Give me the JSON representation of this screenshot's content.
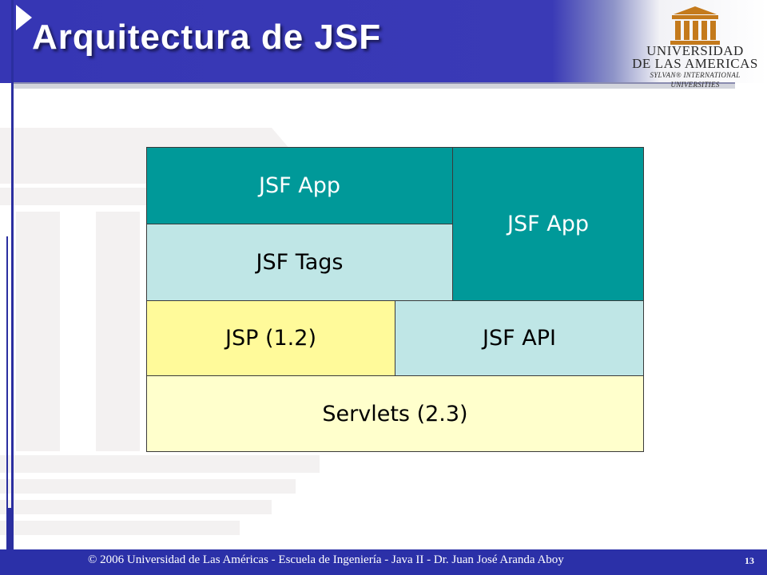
{
  "slide": {
    "title": "Arquitectura de JSF",
    "page_number": "13"
  },
  "logo": {
    "line1": "UNIVERSIDAD",
    "line2": "DE LAS AMERICAS",
    "line3": "SYLVAN® INTERNATIONAL UNIVERSITIES"
  },
  "diagram": {
    "blocks": [
      {
        "label": "JSF App",
        "color": "#009999",
        "text_color": "#ffffff"
      },
      {
        "label": "JSF Tags",
        "color": "#bfe6e6",
        "text_color": "#000000"
      },
      {
        "label": "JSF App",
        "color": "#009999",
        "text_color": "#ffffff"
      },
      {
        "label": "JSP (1.2)",
        "color": "#fffa9a",
        "text_color": "#000000"
      },
      {
        "label": "JSF API",
        "color": "#bfe6e6",
        "text_color": "#000000"
      },
      {
        "label": "Servlets (2.3)",
        "color": "#ffffcc",
        "text_color": "#000000"
      }
    ]
  },
  "footer": {
    "text": "© 2006 Universidad de  Las Américas  -  Escuela de Ingeniería  -   Java II -  Dr. Juan José Aranda Aboy"
  },
  "colors": {
    "header_blue": "#3636b4",
    "footer_blue": "#2b30a8"
  }
}
